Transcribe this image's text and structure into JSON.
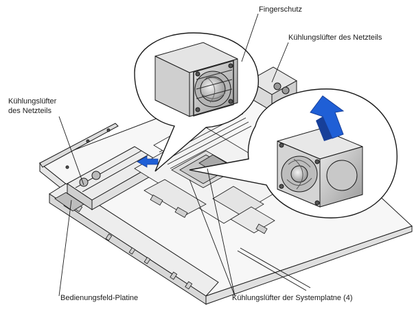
{
  "labels": {
    "fingerschutz": "Fingerschutz",
    "psu_fan_top": "Kühlungslüfter des Netzteils",
    "psu_fan_left_line1": "Kühlungslüfter",
    "psu_fan_left_line2": "des Netzteils",
    "control_panel": "Bedienungsfeld-Platine",
    "system_fans": "Kühlungslüfter der Systemplatne (4)"
  },
  "colors": {
    "line": "#1a1a1a",
    "arrow_blue": "#1f5fd6",
    "arrow_blue_dark": "#173f99",
    "fan_gray": "#bdbdbd",
    "fan_dark": "#4a4a4a",
    "chassis_light": "#eeeeee"
  },
  "icons": {
    "removal_arrow": "up-arrow",
    "insert_arrow": "left-arrow"
  }
}
